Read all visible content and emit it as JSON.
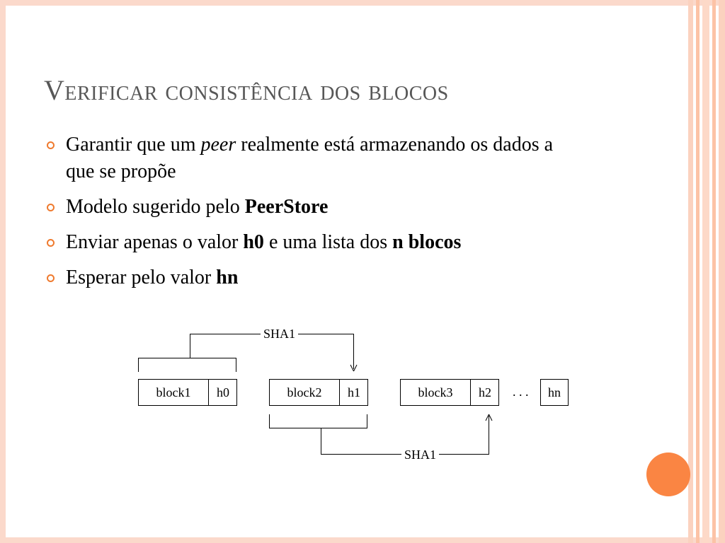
{
  "slide": {
    "title": "Verificar consistência dos blocos",
    "accent_color": "#ef7a2e",
    "bullets": [
      {
        "parts": [
          {
            "text": "Garantir que um "
          },
          {
            "text": "peer",
            "style": "italic"
          },
          {
            "text": " realmente está armazenando os dados a que se propõe"
          }
        ]
      },
      {
        "parts": [
          {
            "text": "Modelo sugerido pelo "
          },
          {
            "text": "PeerStore",
            "style": "bold"
          }
        ]
      },
      {
        "parts": [
          {
            "text": "Enviar apenas o valor "
          },
          {
            "text": "h0",
            "style": "bold"
          },
          {
            "text": " e uma lista dos "
          },
          {
            "text": "n blocos",
            "style": "bold"
          }
        ]
      },
      {
        "parts": [
          {
            "text": "Esperar pelo valor "
          },
          {
            "text": "hn",
            "style": "bold"
          }
        ]
      }
    ]
  },
  "diagram": {
    "blocks": [
      {
        "block": "block1",
        "hash": "h0"
      },
      {
        "block": "block2",
        "hash": "h1"
      },
      {
        "block": "block3",
        "hash": "h2"
      }
    ],
    "ellipsis": ". . .",
    "final_hash": "hn",
    "top_label": "SHA1",
    "bottom_label": "SHA1"
  }
}
